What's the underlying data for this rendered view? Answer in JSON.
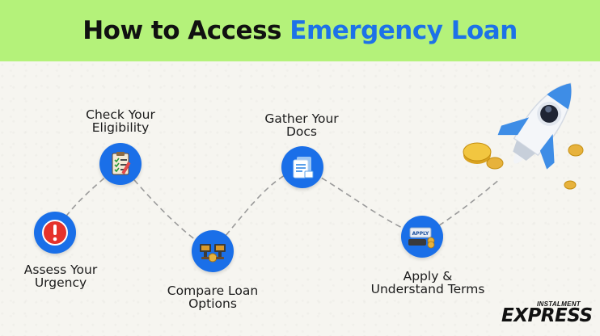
{
  "header": {
    "title_part1": "How to Access",
    "title_part2": "Emergency Loan",
    "background_color": "#b4f27a",
    "accent_color": "#1d72e8"
  },
  "steps": [
    {
      "line1": "Assess Your",
      "line2": "Urgency",
      "icon": "exclamation-icon"
    },
    {
      "line1": "Check Your",
      "line2": "Eligibility",
      "icon": "checklist-icon"
    },
    {
      "line1": "Compare Loan",
      "line2": "Options",
      "icon": "compare-icon"
    },
    {
      "line1": "Gather Your",
      "line2": "Docs",
      "icon": "documents-icon"
    },
    {
      "line1": "Apply &",
      "line2": "Understand Terms",
      "icon": "apply-icon"
    }
  ],
  "apply_icon_text": "APPLY",
  "decoration": {
    "icon": "rocket-icon",
    "coin_icon": "coin-icon"
  },
  "logo": {
    "small": "INSTALMENT",
    "big": "EXPRESS"
  },
  "node_color": "#1a6fe8"
}
